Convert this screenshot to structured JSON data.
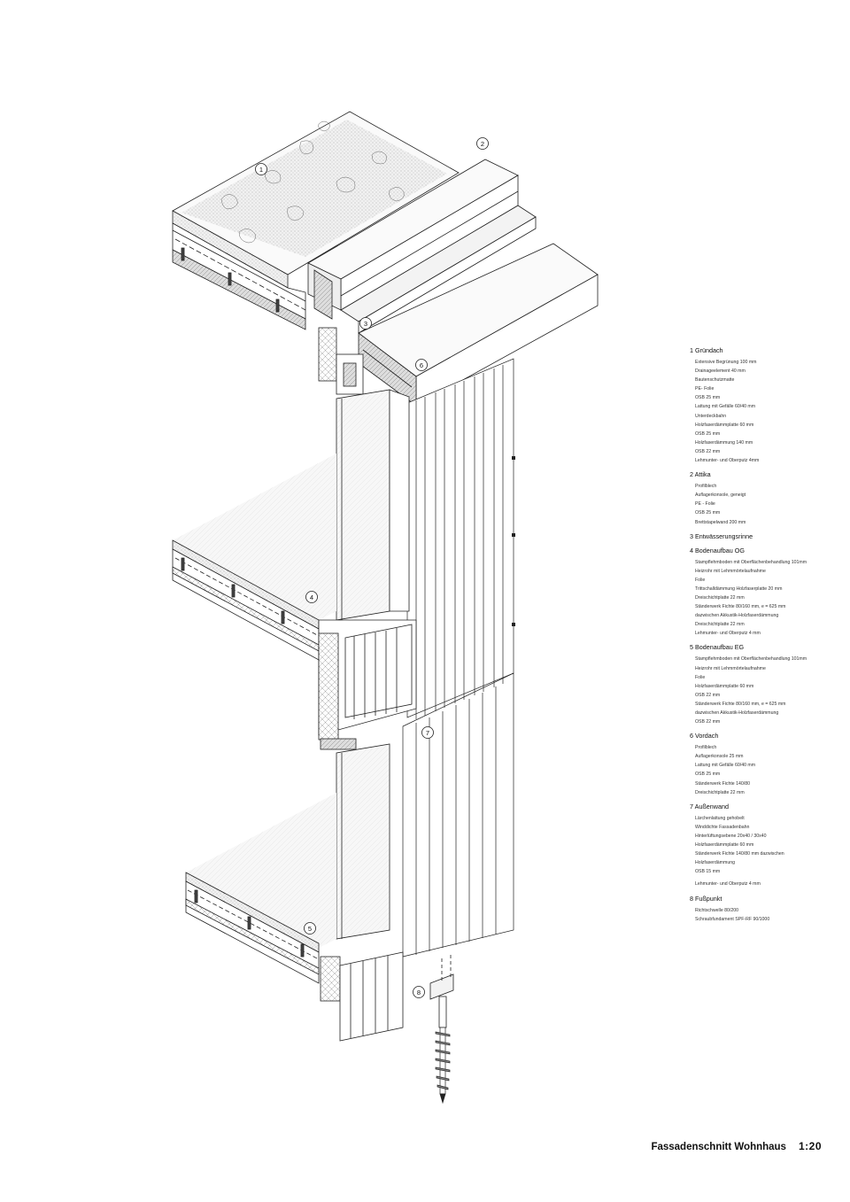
{
  "callouts": [
    "1",
    "2",
    "3",
    "4",
    "5",
    "6",
    "7",
    "8"
  ],
  "legend": [
    {
      "title": "1 Gründach",
      "items": [
        "Extensive Begrünung 100 mm",
        "Drainageelement 40 mm",
        "Bautenschutzmatte",
        "PE- Folie",
        "OSB 25 mm",
        "Lattung mit Gefälle 60/40 mm",
        "Unterdeckbahn",
        "Holzfaserdämmplatte 60 mm",
        "OSB 25 mm",
        "Holzfaserdämmung 140 mm",
        "OSB 22 mm",
        "Lehmunter- und Oberputz 4mm"
      ]
    },
    {
      "title": "2 Attika",
      "items": [
        "Profilblech",
        "Auflagerkonsole, geneigt",
        "PE - Folie",
        "OSB 25 mm",
        "Brettstapelwand 200 mm"
      ]
    },
    {
      "title": "3 Entwässerungsrinne",
      "items": []
    },
    {
      "title": "4 Bodenaufbau OG",
      "items": [
        "Stampflehmboden mit Oberflächenbehandlung 101mm",
        "Heizrohr mit Lehmmörtelaufnahme",
        "Folie",
        "Trittschalldämmung Holzfaserplatte 20 mm",
        "Dreischichtplatte 22 mm",
        "Ständerwerk Fichte 80/160 mm, e = 625 mm",
        "dazwischen Akkustik-Holzfaserdämmung",
        "Dreischichtplatte 22 mm",
        "Lehmunter- und Oberputz 4 mm"
      ]
    },
    {
      "title": "5 Bodenaufbau EG",
      "items": [
        "Stampflehmboden mit Oberflächenbehandlung 101mm",
        "Heizrohr mit Lehmmörtelaufnahme",
        "Folie",
        "Holzfaserdämmplatte 60 mm",
        "OSB 22 mm",
        "Ständerwerk Fichte 80/160 mm, e = 625 mm",
        "dazwischen Akkustik-Holzfaserdämmung",
        "OSB 22 mm"
      ]
    },
    {
      "title": "6 Vordach",
      "items": [
        "Profilblech",
        "Auflagerkonsole 25 mm",
        "Lattung mit Gefälle 60/40 mm",
        "OSB 25 mm",
        "Ständerwerk Fichte 140/80",
        "Dreischichtplatte 22 mm"
      ]
    },
    {
      "title": "7 Außenwand",
      "items": [
        "Lärchenlattung gehobelt",
        "Winddichte Fassadenbahn",
        "Hinterlüftungsebene 20x40 / 30x40",
        "Holzfaserdämmplatte 60 mm",
        "Ständerwerk Fichte 140/80 mm dazwischen",
        "Holzfaserdämmung",
        "OSB 15 mm",
        "Lehmunter- und Oberputz 4 mm"
      ]
    },
    {
      "title": "8 Fußpunkt",
      "items": [
        "Richtschwelle 80/200",
        "Schraubfundament SPF-RF 90/1000"
      ]
    }
  ],
  "footer": {
    "title": "Fassadenschnitt Wohnhaus",
    "scale": "1:20"
  }
}
